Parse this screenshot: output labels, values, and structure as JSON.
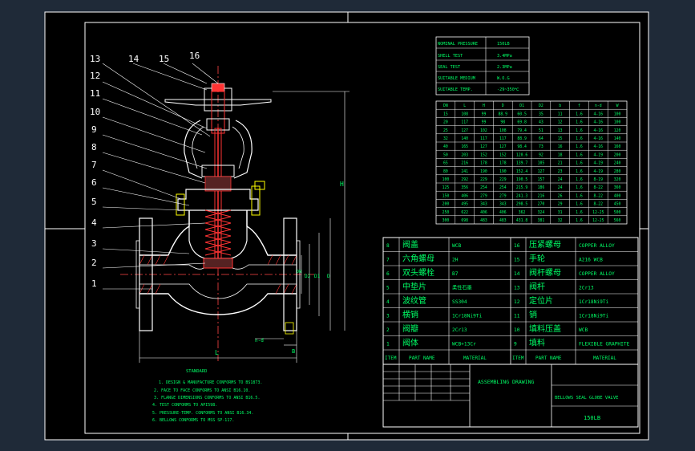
{
  "colors": {
    "background": "#1f2a38",
    "sheet": "#000000",
    "frame": "#ffffff",
    "drawing": "#ffffff",
    "text_green": "#00ff66",
    "leader": "#ffffff",
    "hatch_red": "#ff3333",
    "valve_yellow": "#ffff00",
    "center_line": "#ff4444"
  },
  "labels": {
    "part_numbers": [
      "13",
      "14",
      "15",
      "16",
      "12",
      "11",
      "10",
      "9",
      "8",
      "7",
      "6",
      "5",
      "4",
      "3",
      "2",
      "1"
    ],
    "dim_L": "L",
    "dim_H": "H",
    "dim_B": "B",
    "dim_bolt": "n-d",
    "dim_D": "D",
    "dim_D1": "D1",
    "dim_D2": "D2",
    "dim_Dn": "DN"
  },
  "spec_table": {
    "rows": [
      [
        "NOMINAL PRESSURE",
        "150LB"
      ],
      [
        "SHELL TEST",
        "3.4MPa"
      ],
      [
        "SEAL TEST",
        "2.3MPa"
      ],
      [
        "SUITABLE MEDIUM",
        "W.O.G"
      ],
      [
        "SUITABLE TEMP.",
        "-29~350℃"
      ]
    ]
  },
  "dim_table": {
    "header": [
      "DN",
      "L",
      "H",
      "D",
      "D1",
      "D2",
      "b",
      "f",
      "n-d",
      "W"
    ],
    "rows": [
      [
        "15",
        "108",
        "99",
        "88.9",
        "60.5",
        "35",
        "11",
        "1.6",
        "4-16",
        "100"
      ],
      [
        "20",
        "117",
        "99",
        "98",
        "69.8",
        "43",
        "12",
        "1.6",
        "4-16",
        "100"
      ],
      [
        "25",
        "127",
        "102",
        "108",
        "79.4",
        "51",
        "13",
        "1.6",
        "4-16",
        "120"
      ],
      [
        "32",
        "140",
        "117",
        "117",
        "88.9",
        "64",
        "15",
        "1.6",
        "4-16",
        "140"
      ],
      [
        "40",
        "165",
        "127",
        "127",
        "98.4",
        "73",
        "16",
        "1.6",
        "4-16",
        "160"
      ],
      [
        "50",
        "203",
        "152",
        "152",
        "120.6",
        "92",
        "18",
        "1.6",
        "4-19",
        "200"
      ],
      [
        "65",
        "216",
        "178",
        "178",
        "139.7",
        "105",
        "21",
        "1.6",
        "4-19",
        "240"
      ],
      [
        "80",
        "241",
        "190",
        "190",
        "152.4",
        "127",
        "23",
        "1.6",
        "4-19",
        "280"
      ],
      [
        "100",
        "292",
        "229",
        "229",
        "190.5",
        "157",
        "24",
        "1.6",
        "8-19",
        "320"
      ],
      [
        "125",
        "356",
        "254",
        "254",
        "215.9",
        "186",
        "24",
        "1.6",
        "8-22",
        "360"
      ],
      [
        "150",
        "406",
        "279",
        "279",
        "241.3",
        "216",
        "26",
        "1.6",
        "8-22",
        "400"
      ],
      [
        "200",
        "495",
        "343",
        "343",
        "298.5",
        "270",
        "29",
        "1.6",
        "8-22",
        "450"
      ],
      [
        "250",
        "622",
        "406",
        "406",
        "362",
        "324",
        "31",
        "1.6",
        "12-25",
        "500"
      ],
      [
        "300",
        "698",
        "483",
        "483",
        "431.8",
        "381",
        "32",
        "1.6",
        "12-25",
        "560"
      ]
    ]
  },
  "bom_left": [
    [
      "8",
      "阀盖",
      "WCB"
    ],
    [
      "7",
      "六角螺母",
      "2H"
    ],
    [
      "6",
      "双头螺栓",
      "B7"
    ],
    [
      "5",
      "中垫片",
      "柔性石墨"
    ],
    [
      "4",
      "波纹管",
      "SS304"
    ],
    [
      "3",
      "横销",
      "1Cr18Ni9Ti"
    ],
    [
      "2",
      "阀瓣",
      "2Cr13"
    ],
    [
      "1",
      "阀体",
      "WCB+13Cr"
    ]
  ],
  "bom_right": [
    [
      "16",
      "压紧螺母",
      "COPPER ALLOY"
    ],
    [
      "15",
      "手轮",
      "A216 WCB"
    ],
    [
      "14",
      "阀杆螺母",
      "COPPER ALLOY"
    ],
    [
      "13",
      "阀杆",
      "2Cr13"
    ],
    [
      "12",
      "定位片",
      "1Cr18Ni9Ti"
    ],
    [
      "11",
      "销",
      "1Cr18Ni9Ti"
    ],
    [
      "10",
      "填料压盖",
      "WCB"
    ],
    [
      "9",
      "填料",
      "FLEXIBLE GRAPHITE"
    ]
  ],
  "bom_header": [
    "ITEM",
    "PART NAME",
    "MATERIAL",
    "ITEM",
    "PART NAME",
    "MATERIAL"
  ],
  "title_block": {
    "drawing_type": "ASSEMBLING DRAWING",
    "product": "BELLOWS SEAL GLOBE VALVE",
    "size": "150LB"
  },
  "notes": {
    "heading": "STANDARD",
    "lines": [
      "1. DESIGN & MANUFACTURE CONFORMS TO BS1873.",
      "2. FACE TO FACE CONFORMS TO ANSI B16.10.",
      "3. FLANGE DIMENSIONS CONFORMS TO ANSI B16.5.",
      "4. TEST CONFORMS TO API598.",
      "5. PRESSURE-TEMP. CONFORMS TO ANSI B16.34.",
      "6. BELLOWS CONFORMS TO MSS SP-117."
    ]
  }
}
